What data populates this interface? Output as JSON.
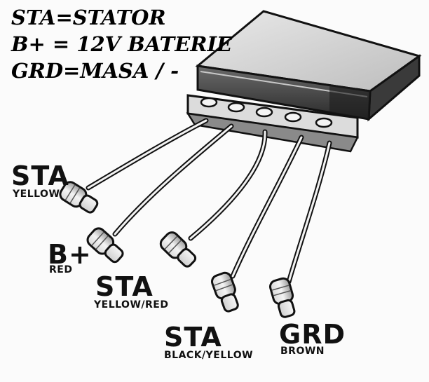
{
  "legend": {
    "line1": "STA=STATOR",
    "line2": "B+ = 12V BATERIE",
    "line3": "GRD=MASA / -"
  },
  "wires": [
    {
      "name": "STA",
      "color": "YELLOW"
    },
    {
      "name": "B+",
      "color": "RED"
    },
    {
      "name": "STA",
      "color": "YELLOW/RED"
    },
    {
      "name": "STA",
      "color": "BLACK/YELLOW"
    },
    {
      "name": "GRD",
      "color": "BROWN"
    }
  ]
}
